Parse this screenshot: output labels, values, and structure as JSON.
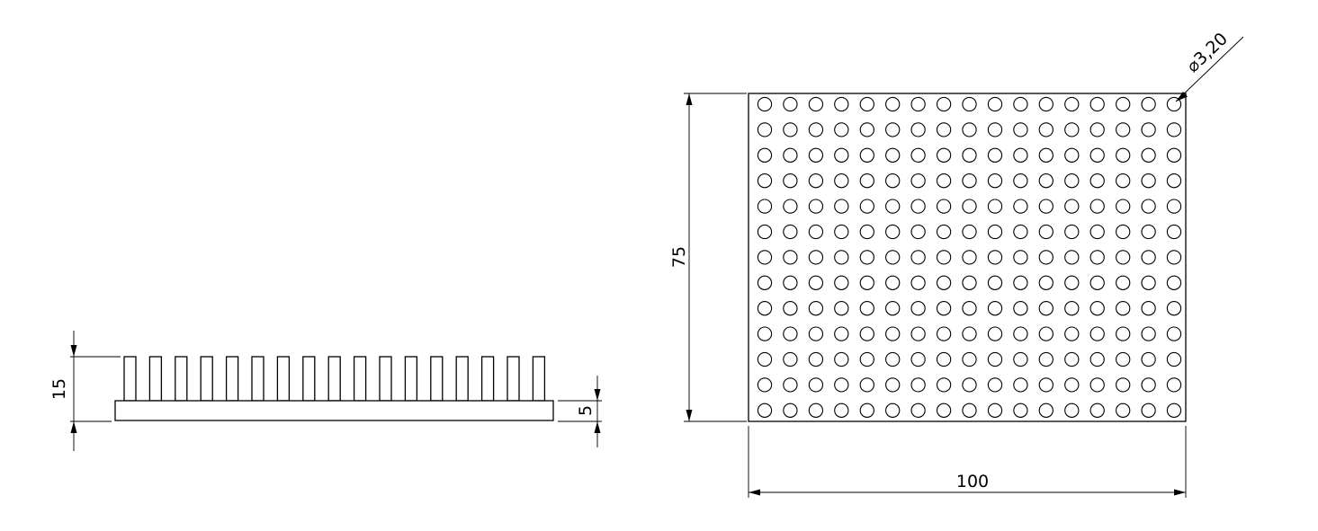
{
  "side_view": {
    "dim_height_total": "15",
    "dim_base_thickness": "5",
    "pin_count": 17
  },
  "top_view": {
    "dim_height": "75",
    "dim_width": "100",
    "dim_hole_diameter": "⌀3,20",
    "grid_columns": 17,
    "grid_rows": 13
  },
  "colors": {
    "line": "#000000",
    "background": "#ffffff"
  }
}
